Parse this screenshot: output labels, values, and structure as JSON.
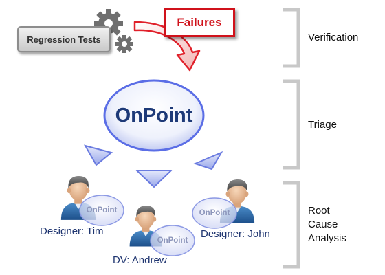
{
  "stages": {
    "verification": "Verification",
    "triage": "Triage",
    "root_cause": [
      "Root",
      "Cause",
      "Analysis"
    ]
  },
  "flow": {
    "regression_label": "Regression Tests",
    "failures_label": "Failures",
    "tool_name": "OnPoint"
  },
  "people": [
    {
      "name": "Designer: Tim",
      "badge": "OnPoint"
    },
    {
      "name": "DV: Andrew",
      "badge": "OnPoint"
    },
    {
      "name": "Designer: John",
      "badge": "OnPoint"
    }
  ],
  "colors": {
    "failures_red": "#d0121b",
    "onpoint_blue": "#1e3a78",
    "name_blue": "#1f3570",
    "bracket_gray": "#c8c8c8",
    "ellipse_fill": "#d6dcf6",
    "ellipse_border": "#5b6ee6"
  },
  "icons": [
    "gear-icon",
    "curved-arrow-icon",
    "triangle-arrow-icon",
    "person-icon",
    "bracket-icon"
  ]
}
